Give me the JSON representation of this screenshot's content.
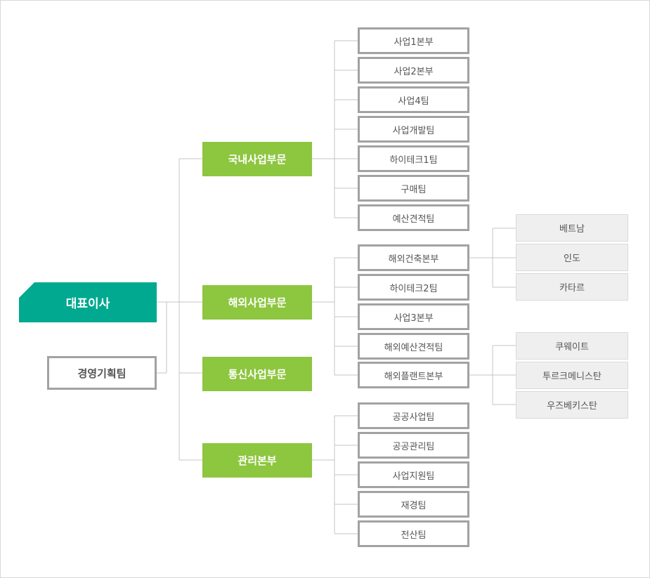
{
  "ceo": "대표이사",
  "planning_team": "경영기획팀",
  "divisions": {
    "domestic": "국내사업부문",
    "overseas": "해외사업부문",
    "telecom": "통신사업부문",
    "management": "관리본부"
  },
  "domestic_teams": [
    "사업1본부",
    "사업2본부",
    "사업4팀",
    "사업개발팀",
    "하이테크1팀",
    "구매팀",
    "예산견적팀"
  ],
  "overseas_teams": [
    "해외건축본부",
    "하이테크2팀",
    "사업3본부",
    "해외예산견적팀",
    "해외플랜트본부"
  ],
  "management_teams": [
    "공공사업팀",
    "공공관리팀",
    "사업지원팀",
    "재경팀",
    "전산팀"
  ],
  "construction_regions": [
    "베트남",
    "인도",
    "카타르"
  ],
  "plant_regions": [
    "쿠웨이트",
    "투르크메니스탄",
    "우즈베키스탄"
  ]
}
